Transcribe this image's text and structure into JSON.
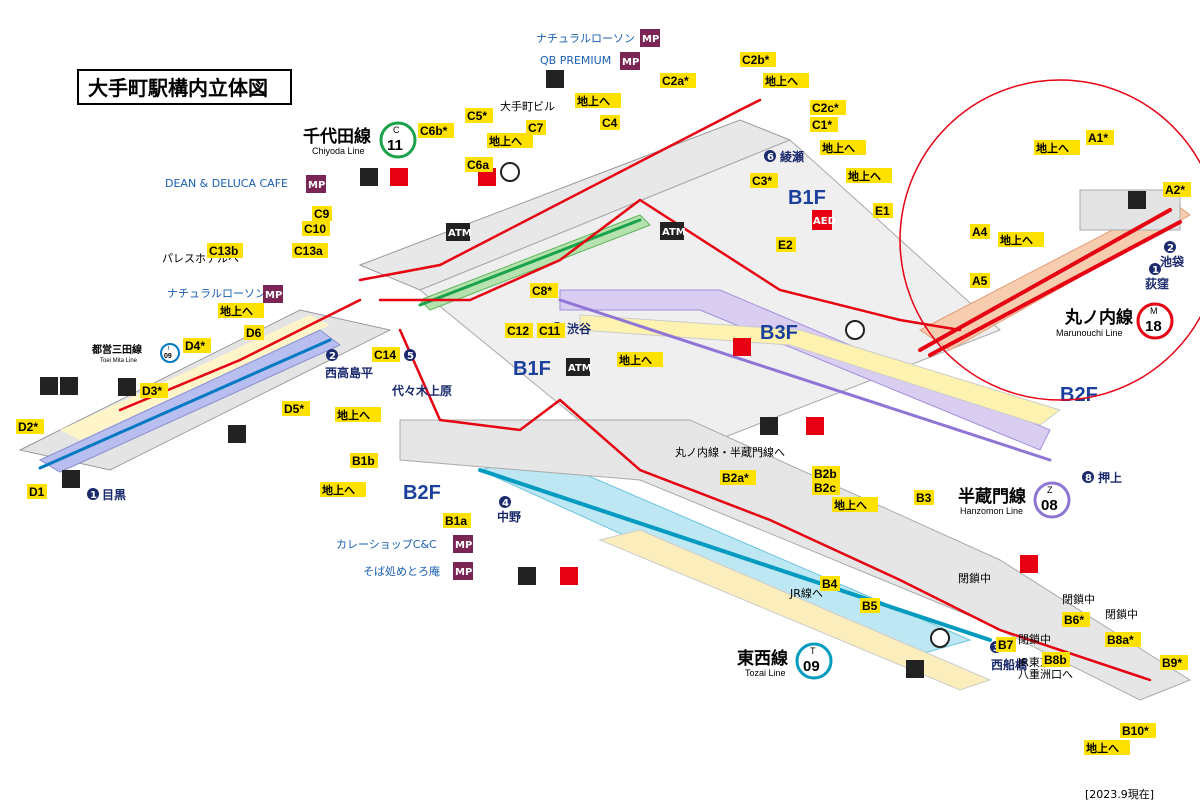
{
  "title": "大手町駅構内立体図",
  "date": "[2023.9現在]",
  "floors": {
    "b1f_top": "B1F",
    "b1f_left": "B1F",
    "b2f_left": "B2F",
    "b2f_right": "B2F",
    "b3f": "B3F"
  },
  "lines": {
    "chiyoda": {
      "jp": "千代田線",
      "en": "Chiyoda Line",
      "letter": "C",
      "num": "11",
      "color": "#1aa34a"
    },
    "marunouchi": {
      "jp": "丸ノ内線",
      "en": "Marunouchi Line",
      "letter": "M",
      "num": "18",
      "color": "#e60012"
    },
    "hanzomon": {
      "jp": "半蔵門線",
      "en": "Hanzomon Line",
      "letter": "Z",
      "num": "08",
      "color": "#8f76d6"
    },
    "tozai": {
      "jp": "東西線",
      "en": "Tozai Line",
      "letter": "T",
      "num": "09",
      "color": "#009bbf"
    },
    "mita": {
      "jp": "都営三田線",
      "en": "Toei Mita Line",
      "letter": "I",
      "num": "09",
      "color": "#0079c2"
    }
  },
  "exits": [
    "A1*",
    "A2*",
    "A4",
    "A5",
    "B1a",
    "B1b",
    "B2a*",
    "B2b",
    "B2c",
    "B3",
    "B4",
    "B5",
    "B6*",
    "B7",
    "B8a*",
    "B8b",
    "B9*",
    "B10*",
    "C1*",
    "C2a*",
    "C2b*",
    "C2c*",
    "C3*",
    "C4",
    "C5*",
    "C6a",
    "C6b*",
    "C7",
    "C8*",
    "C9",
    "C10",
    "C11",
    "C12",
    "C13a",
    "C13b",
    "C14",
    "D1",
    "D2*",
    "D3*",
    "D4*",
    "D5*",
    "D6",
    "E1",
    "E2"
  ],
  "labels": {
    "chijo": "地上へ",
    "natural_lawson": "ナチュラルローソン",
    "qb_premium": "QB PREMIUM",
    "dean_deluca": "DEAN & DELUCA CAFE",
    "otemachi_bldg": "大手町ビル",
    "palace_hotel": "パレスホテルへ",
    "curry_shop": "カレーショップC&C",
    "soba": "そば処めとろ庵",
    "jr_line": "JR線へ",
    "jr_tokyo": "JR東京駅",
    "yaesu": "八重洲口へ",
    "marunouchi_hanzomon": "丸ノ内線・半蔵門線へ",
    "closed": "閉鎖中",
    "mp": "MP",
    "atm": "ATM",
    "aed": "AED"
  },
  "directions": {
    "ayase": {
      "num": "6",
      "name": "綾瀬"
    },
    "shibuya": {
      "num": "7",
      "name": "渋谷"
    },
    "yoyogi": {
      "num": "5",
      "name": "代々木上原"
    },
    "nishitakashimadaira": {
      "num": "2",
      "name": "西高島平"
    },
    "meguro": {
      "num": "1",
      "name": "目黒"
    },
    "nakano": {
      "num": "4",
      "name": "中野"
    },
    "nishifunabashi": {
      "num": "3",
      "name": "西船橋"
    },
    "oshiage": {
      "num": "8",
      "name": "押上"
    },
    "ikebukuro": {
      "num": "2",
      "name": "池袋"
    },
    "ogikubo": {
      "num": "1",
      "name": "荻窪"
    }
  }
}
